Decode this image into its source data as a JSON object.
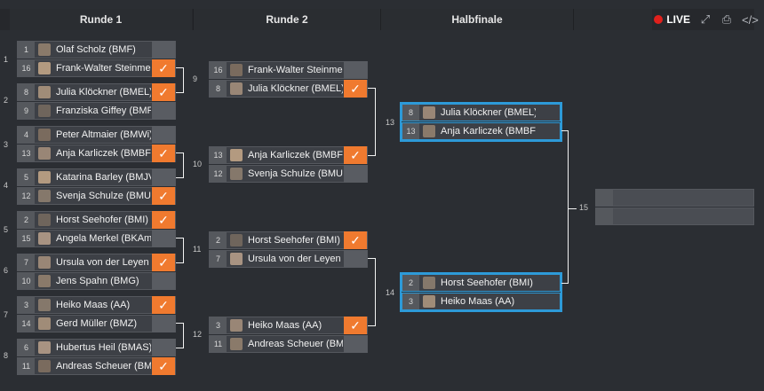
{
  "header": {
    "rounds": [
      "Runde 1",
      "Runde 2",
      "Halbfinale"
    ],
    "live_label": "LIVE",
    "icons": [
      "expand-icon",
      "print-icon",
      "embed-code-icon"
    ],
    "colors": {
      "accent": "#f07a2f",
      "live": "#e0201c",
      "highlight": "#2d9ad8"
    }
  },
  "round1_match_numbers": [
    "1",
    "2",
    "3",
    "4",
    "5",
    "6",
    "7",
    "8"
  ],
  "round1": [
    {
      "top": {
        "seed": "1",
        "name": "Olaf Scholz (BMF)",
        "check": false
      },
      "bot": {
        "seed": "16",
        "name": "Frank-Walter Steinmeier",
        "check": true
      }
    },
    {
      "top": {
        "seed": "8",
        "name": "Julia Klöckner (BMEL)",
        "check": true
      },
      "bot": {
        "seed": "9",
        "name": "Franziska Giffey (BMFSF",
        "check": false
      }
    },
    {
      "top": {
        "seed": "4",
        "name": "Peter Altmaier (BMWi)",
        "check": false
      },
      "bot": {
        "seed": "13",
        "name": "Anja Karliczek (BMBF)",
        "check": true
      }
    },
    {
      "top": {
        "seed": "5",
        "name": "Katarina Barley (BMJV)",
        "check": false
      },
      "bot": {
        "seed": "12",
        "name": "Svenja Schulze (BMU)",
        "check": true
      }
    },
    {
      "top": {
        "seed": "2",
        "name": "Horst Seehofer (BMI)",
        "check": true
      },
      "bot": {
        "seed": "15",
        "name": "Angela Merkel (BKAmt)",
        "check": false
      }
    },
    {
      "top": {
        "seed": "7",
        "name": "Ursula von der Leyen (B",
        "check": true
      },
      "bot": {
        "seed": "10",
        "name": "Jens Spahn (BMG)",
        "check": false
      }
    },
    {
      "top": {
        "seed": "3",
        "name": "Heiko Maas (AA)",
        "check": true
      },
      "bot": {
        "seed": "14",
        "name": "Gerd Müller (BMZ)",
        "check": false
      }
    },
    {
      "top": {
        "seed": "6",
        "name": "Hubertus Heil (BMAS)",
        "check": false
      },
      "bot": {
        "seed": "11",
        "name": "Andreas Scheuer (BMVI",
        "check": true
      }
    }
  ],
  "round2_match_numbers": [
    "9",
    "10",
    "11",
    "12"
  ],
  "round2": [
    {
      "top": {
        "seed": "16",
        "name": "Frank-Walter Steinmeie",
        "check": false
      },
      "bot": {
        "seed": "8",
        "name": "Julia Klöckner (BMEL)",
        "check": true
      }
    },
    {
      "top": {
        "seed": "13",
        "name": "Anja Karliczek (BMBF)",
        "check": true
      },
      "bot": {
        "seed": "12",
        "name": "Svenja Schulze (BMU)",
        "check": false
      }
    },
    {
      "top": {
        "seed": "2",
        "name": "Horst Seehofer (BMI)",
        "check": true
      },
      "bot": {
        "seed": "7",
        "name": "Ursula von der Leyen (E",
        "check": false
      }
    },
    {
      "top": {
        "seed": "3",
        "name": "Heiko Maas (AA)",
        "check": true
      },
      "bot": {
        "seed": "11",
        "name": "Andreas Scheuer (BMVI",
        "check": false
      }
    }
  ],
  "semi_match_numbers": [
    "13",
    "14"
  ],
  "semi": [
    {
      "top": {
        "seed": "8",
        "name": "Julia Klöckner (BMEL)"
      },
      "bot": {
        "seed": "13",
        "name": "Anja Karliczek (BMBF)"
      }
    },
    {
      "top": {
        "seed": "2",
        "name": "Horst Seehofer (BMI)"
      },
      "bot": {
        "seed": "3",
        "name": "Heiko Maas (AA)"
      }
    }
  ],
  "final_match_number": "15"
}
